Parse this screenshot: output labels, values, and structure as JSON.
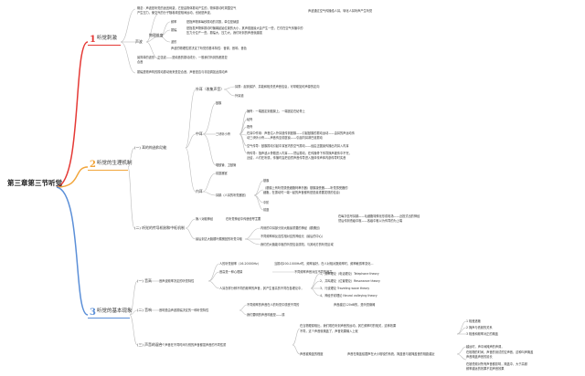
{
  "center": "第三章第三节听觉",
  "branches": [
    {
      "num": "1",
      "title": "听觉刺激",
      "color": "#e53935",
      "nodes": {
        "sound": "声波",
        "concept_line1": "概念：声波是听觉的适宜刺激，它是由物体振动产生的，物体振动时周围空气",
        "concept_line2": "产生压力，使空气的分子随着疏密相间运动，也就是声波。",
        "concept_note": "声波通过空气传播给人耳，转化人耳听声产生听觉",
        "physical": "物理维度",
        "freq": "频率",
        "freq_desc": "是指声物体每秒振动的次数，单位是赫兹",
        "amp": "振幅",
        "amp_desc1": "是指发声物体振动时偏离起始位置的大小，其声强度最大会产生一些，它们在空气传播中的",
        "amp_desc2": "压力分位产一些。振幅大，压力大，我们听到的声音就越强",
        "waveform": "波形",
        "waveform_desc": "声波的物理性质决定了听觉的基本特性：音调、音响、音色",
        "simple1": "最简单的波形：正弦波——是纯音的振动成分，一般我们听到的都是复",
        "simple2": "合音",
        "noise": "振幅是物声构的振动振动而来是复合音，声音是否与非如调如此振动声"
      }
    },
    {
      "num": "2",
      "title": "听觉的生理机制",
      "color": "#f2a53a",
      "nodes": {
        "part1": "(一) 耳的构造和功能",
        "outer": "外耳（收集声音）",
        "outer_a": "耳廓：起到保护、并能和相关低声音信息，可帮助如何声源的定向",
        "outer_b": "外耳道",
        "middle": "中耳",
        "middle_a": "鼓膜",
        "ossicles": "三块听小骨",
        "oss_1": "锤骨：一端固定到鼓膜上，一端固定在砧骨上",
        "oss_2": "砧骨",
        "oss_3": "镫骨",
        "oss_4": "在耳中作用：声音沿入外耳道传到鼓膜——引起鼓膜的振动运动——由耳的声运动传",
        "oss_5": "动三块听小骨——声音传至前庭窗——引起内耳淋巴液振动",
        "oss_6": "空气传导：鼓膜振动引起中耳室内的空气振动——经由正圆窗传播出内耳入内耳",
        "oss_7": "骨传导：指声波从骨骼进入内耳——然后振动，在传播骨下传导换声被传中不完，",
        "oss_8": "近结，人们在听感，传播时会把自然声音传导进入固体传声体内部传导时实音",
        "middle_b": "咽鼓管、卫鼓管",
        "inner": "内耳",
        "inner_a": "前庭器官",
        "cochlea": "耳蜗（人耳的听觉器官）",
        "coch_1": "基膜",
        "coch_2": "（基膜上有听觉感受细胞柯蒂氏器）基膜接受器——听觉感受器的",
        "coch_3": "细胞，在振动时一端一起的声音都有是是最重要发现的信息）",
        "coch_4": "中阶",
        "coch_5": "前庭",
        "part2": "(二) 听觉的传导机制和中枢机制",
        "conduct": "第八对脑神经",
        "conduct_a": "在听觉神经中传递信号主要",
        "conduct_b": "在每次信号耳蜗——毛细胞特殊化形成电场——近投式出的神经",
        "conduct_c": "然后传到低级中枢——各级中枢以为传导的为上端",
        "center_node": "最后到达大脑颞叶颞横回的听觉中枢",
        "center_a": "内侧的中耳部分到大脑最重要的神经（颞横回）",
        "center_b": "不同频率和反应性相对应的神经元（最后的中心）",
        "center_c": "我们的大脑能中枢的听觉信息感知，与其地方的听觉区域"
      }
    },
    {
      "num": "3",
      "title": "听觉的基本现象",
      "color": "#5b8fd8",
      "nodes": {
        "pitch": "(一) 音高",
        "pitch_def": "音声波频率决定的听觉特性",
        "pitch_a": "人的听觉频率（16-20000Hz）",
        "pitch_a2": "当振动200-1000Hz时，频率最好。在人对相对数频率时，频率敏感率变化...",
        "pitch_b": "音高是一种心理量",
        "pitch_b2": "不同频率声音对应不同的音高",
        "pitch_c": "人耳怎样分辨不同的频率的声音，其产生音高的不同在各理论中，",
        "theory_1": "1、频率理论（电话理论）Telephone theory",
        "theory_2": "2、共鸣理论（位置理论）Resonance theory",
        "theory_3": "3、行波理论 Traveling wave theory",
        "theory_4": "4、神经齐射理论 Neural volleying theory",
        "loud": "(二) 音响",
        "loud_def": "音响是由声波振幅决定的一种听觉特性",
        "loud_a": "不同频率的声音在人的听觉中感受不同的",
        "loud_a2": "声音越过120dB的，是听觉痛阈",
        "loud_b": "我们要明的声音响度是——感",
        "mask": "(三) 声音的混合",
        "mask_def": "一个声音在不同时间与别的声音都混声音的不同性质",
        "mask_a1": "在当物理原相比，我们现在听到声音的运动，其它频率时的相关，这种效果",
        "mask_a2": "不同，这个声音就掩盖了，声音效果输入上就",
        "mask_b": "声音被掩盖的程度",
        "mask_r1": "1 相差遮蔽",
        "mask_r2": "2 掩声与低频的关系",
        "mask_r3": "3 相差和频率对正的掩盖",
        "mask_c": "声音在掩盖给据声在大小相较的系统，掩盖音与被掩盖音的相距越近",
        "mask_c2": "越远时，声中间掩声的声调，",
        "mask_d1": "在相物的时间，声音的测试的空声音，这种叫声掩盖",
        "mask_d2": "声音掩盖声音的延长",
        "mask_e1": "在被低频对所有声音都影响，掩盖中，大于高频",
        "mask_e2": "频率越远的效果不如声音效果"
      }
    }
  ]
}
